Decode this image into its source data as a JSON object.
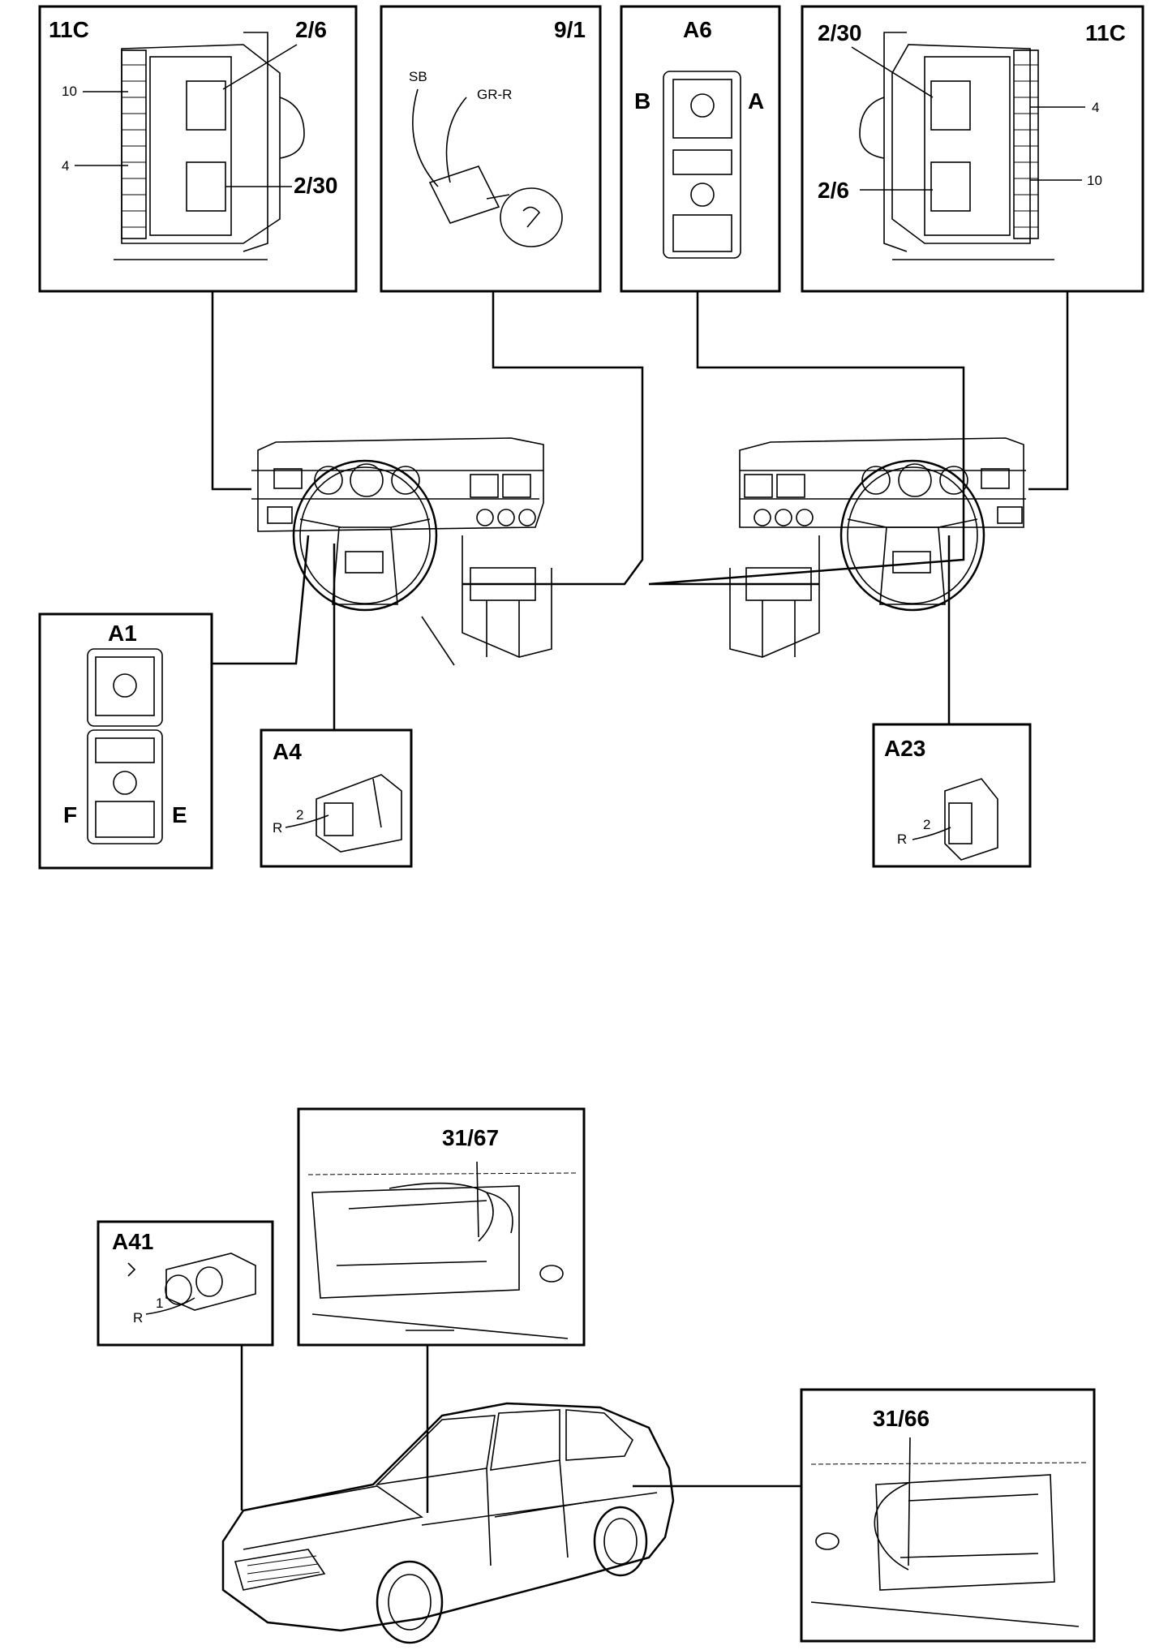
{
  "panels": {
    "fusebox_left": {
      "title": "11C",
      "ref_a": "2/6",
      "ref_b": "2/30",
      "pin_a": "10",
      "pin_b": "4"
    },
    "lighter": {
      "title": "9/1",
      "wire_a": "SB",
      "wire_b": "GR-R"
    },
    "a6": {
      "title": "A6",
      "side_left": "B",
      "side_right": "A"
    },
    "fusebox_right": {
      "title": "11C",
      "ref_a": "2/30",
      "ref_b": "2/6",
      "pin_a": "4",
      "pin_b": "10"
    },
    "a1": {
      "title": "A1",
      "side_left": "F",
      "side_right": "E"
    },
    "a4": {
      "title": "A4",
      "wire": "R",
      "pin": "2"
    },
    "a23": {
      "title": "A23",
      "wire": "R",
      "pin": "2"
    },
    "a41": {
      "title": "A41",
      "wire": "R",
      "pin": "1"
    },
    "door_front": {
      "title": "31/67"
    },
    "door_rear": {
      "title": "31/66"
    }
  }
}
